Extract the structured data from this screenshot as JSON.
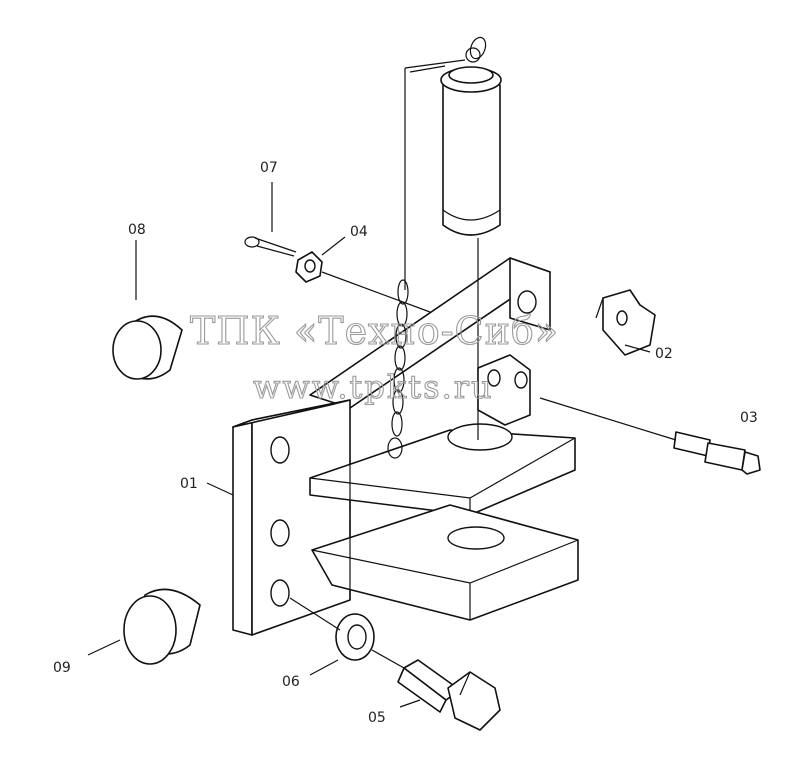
{
  "watermark": {
    "line1": "ТПК «Техно-Сиб»",
    "line2": "www.tpkts.ru"
  },
  "labels": {
    "p01": "01",
    "p02": "02",
    "p03": "03",
    "p04": "04",
    "p05": "05",
    "p06": "06",
    "p07": "07",
    "p08": "08",
    "p09": "09"
  }
}
